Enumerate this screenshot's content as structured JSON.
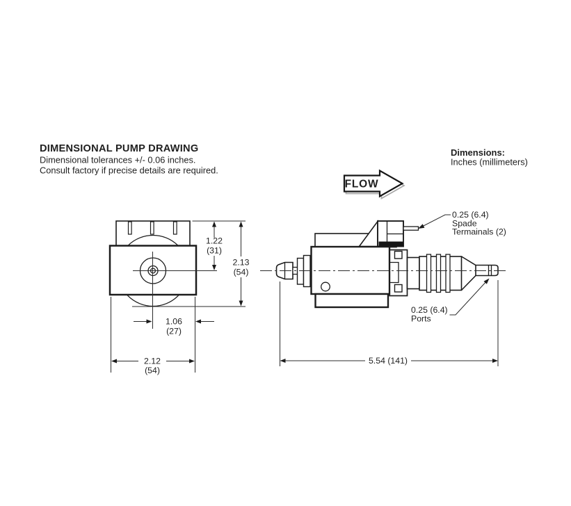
{
  "header": {
    "title": "DIMENSIONAL PUMP DRAWING",
    "tolerance_line1": "Dimensional tolerances +/- 0.06 inches.",
    "tolerance_line2": "Consult factory if precise details are required.",
    "dimensions_label": "Dimensions:",
    "dimensions_units": "Inches (millimeters)"
  },
  "flow_arrow": {
    "label": "FLOW"
  },
  "front_view": {
    "dim_top_to_center": {
      "inches": "1.22",
      "mm": "(31)"
    },
    "dim_total_height": {
      "inches": "2.13",
      "mm": "(54)"
    },
    "dim_center_to_edge": {
      "inches": "1.06",
      "mm": "(27)"
    },
    "dim_total_width": {
      "inches": "2.12",
      "mm": "(54)"
    }
  },
  "side_view": {
    "dim_total_length": "5.54 (141)",
    "spade_terminals_label": {
      "line1": "0.25 (6.4)",
      "line2": "Spade",
      "line3": "Termainals (2)"
    },
    "ports_label": {
      "line1": "0.25 (6.4)",
      "line2": "Ports"
    }
  },
  "colors": {
    "ink": "#1c1c1c",
    "line": "#2b2b2b",
    "shadow": "#a8a8a8",
    "background": "#ffffff"
  }
}
